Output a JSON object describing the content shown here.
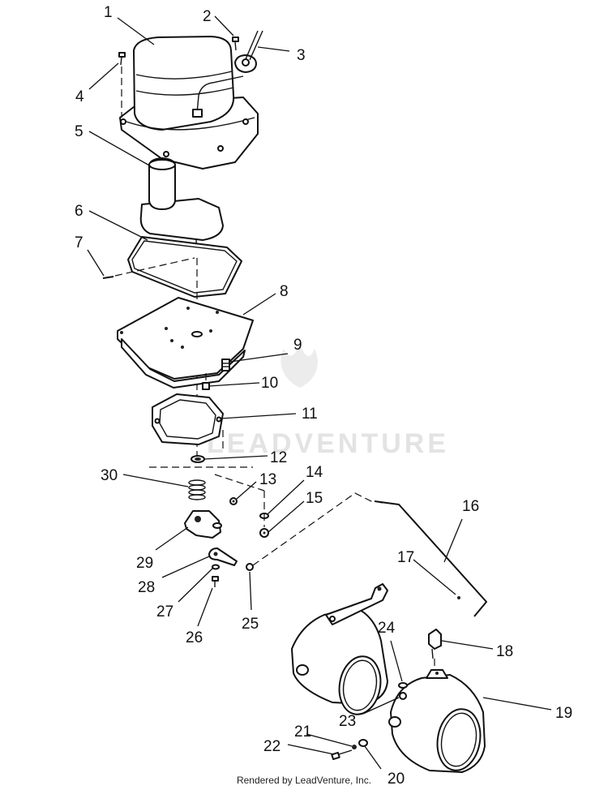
{
  "watermark": "LEADVENTURE",
  "footer": "Rendered by LeadVenture, Inc.",
  "callouts": [
    "1",
    "2",
    "3",
    "4",
    "5",
    "6",
    "7",
    "8",
    "9",
    "10",
    "11",
    "12",
    "13",
    "14",
    "15",
    "16",
    "17",
    "18",
    "19",
    "20",
    "21",
    "22",
    "23",
    "24",
    "25",
    "26",
    "27",
    "28",
    "29",
    "30"
  ]
}
